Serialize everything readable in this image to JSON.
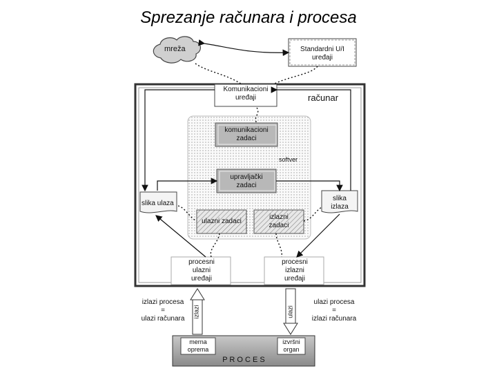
{
  "title": "Sprezanje računara i procesa",
  "nodes": {
    "mreza": "mreža",
    "std_line1": "Standardni U/I",
    "std_line2": "uređaji",
    "komm_line1": "Komunikacioni",
    "komm_line2": "uređaji",
    "racunar": "računar",
    "kom_zad_line1": "komunikacioni",
    "kom_zad_line2": "zadaci",
    "softver": "softver",
    "upr_line1": "upravljački",
    "upr_line2": "zadaci",
    "slika_ulaza": "slika ulaza",
    "slika_izlaza_line1": "slika",
    "slika_izlaza_line2": "izlaza",
    "ulazni_zadaci": "ulazni zadaci",
    "izlazni_line1": "izlazni",
    "izlazni_line2": "zadaci",
    "pu_line1": "procesni",
    "pu_line2": "ulazni",
    "pu_line3": "uređaji",
    "pi_line1": "procesni",
    "pi_line2": "izlazni",
    "pi_line3": "uređaji",
    "left_note_line1": "izlazi procesa",
    "left_note_line2": "=",
    "left_note_line3": "ulazi računara",
    "right_note_line1": "ulazi procesa",
    "right_note_line2": "=",
    "right_note_line3": "izlazi računara",
    "izlazi_vertical": "izlazi",
    "ulazi_vertical": "ulazi",
    "merna_line1": "merna",
    "merna_line2": "oprema",
    "izvrsni_line1": "izvršni",
    "izvrsni_line2": "organ",
    "proces": "P R O C E S"
  }
}
